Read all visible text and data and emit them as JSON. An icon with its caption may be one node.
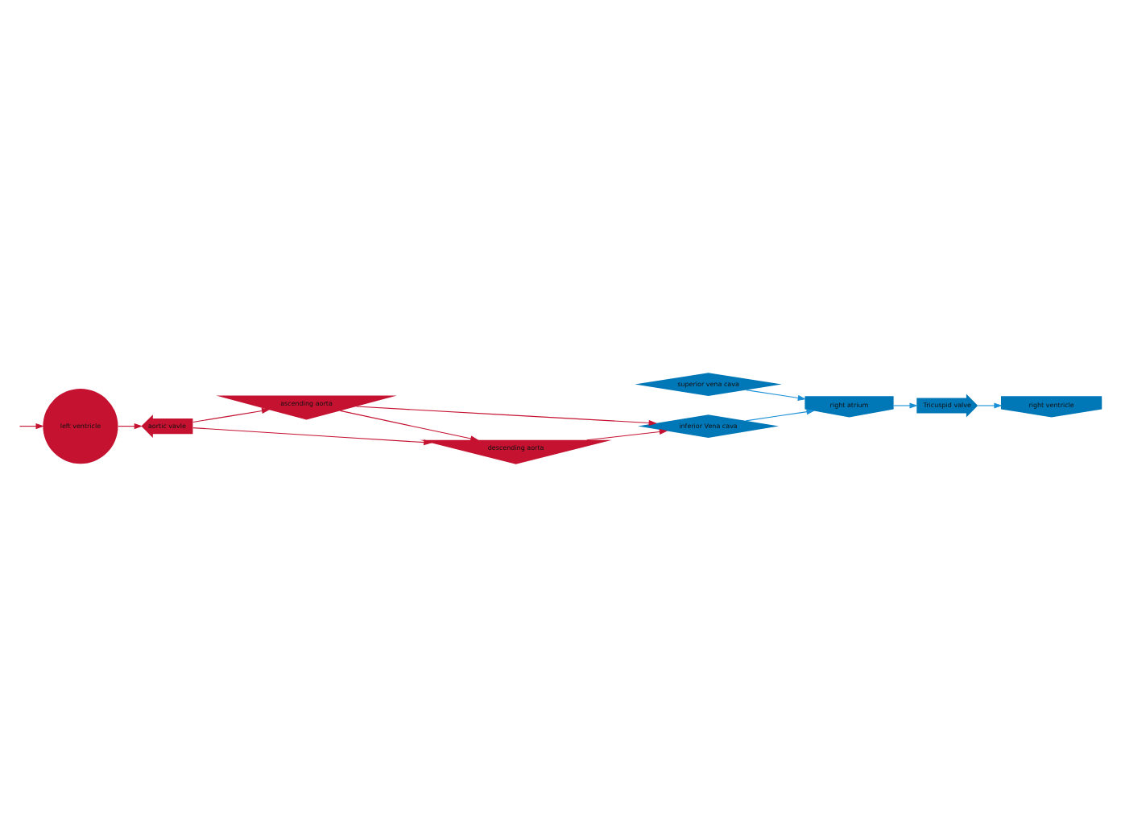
{
  "diagram": {
    "nodes": [
      {
        "text": [
          "superior vena cava"
        ]
      },
      {
        "text": [
          "inferior Vena cava"
        ]
      },
      {
        "text": [
          "right atrium"
        ]
      },
      {
        "text": [
          "Tricuspid valve"
        ]
      },
      {
        "text": [
          "right ventricle"
        ]
      },
      {
        "text": [
          "ascending aorta"
        ]
      },
      {
        "text": [
          "descending aorta"
        ]
      },
      {
        "text": [
          "aortic vavle"
        ]
      },
      {
        "text": [
          "left ventricle"
        ]
      }
    ],
    "edges": [
      {
        "from": 0,
        "to": 2,
        "arrow": "to",
        "color": "#1a8fd6"
      },
      {
        "from": 1,
        "to": 2,
        "arrow": "to",
        "color": "#1a8fd6"
      },
      {
        "from": 2,
        "to": 3,
        "arrow": "to",
        "color": "#1a8fd6"
      },
      {
        "from": 3,
        "to": 4,
        "arrow": "to",
        "color": "#1a8fd6"
      },
      {
        "from": null,
        "to": 8,
        "arrow": "to"
      },
      {
        "from": 8,
        "to": 7,
        "arrow": "to"
      },
      {
        "from": 7,
        "to": 5,
        "arrow": "to"
      },
      {
        "from": 7,
        "to": 6,
        "arrow": "to"
      },
      {
        "from": 5,
        "to": 1,
        "arrow": "to"
      },
      {
        "from": 5,
        "to": 6,
        "arrow": "to"
      },
      {
        "from": 6,
        "to": 1,
        "arrow": "to"
      }
    ]
  }
}
